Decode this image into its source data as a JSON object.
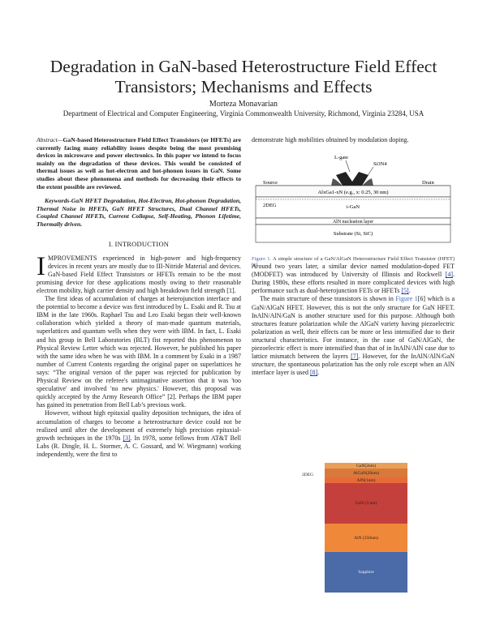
{
  "title": "Degradation in GaN-based Heterostructure Field Effect Transistors; Mechanisms and Effects",
  "author": "Morteza Monavarian",
  "affiliation": "Department of Electrical and Computer Engineering, Virginia Commonwealth University, Richmond, Virginia 23284, USA",
  "abstract": {
    "lead": "Abstract—",
    "text": "GaN-based Heterostructure Field Effect Transistors (or HFETs) are currently facing many reliability issues despite being the most promising devices in microwave and power electronics. In this paper we intend to focus mainly on the degradation of these devices. This would be consisted of thermal issues as well as hot-electron and hot-phonon issues in GaN. Some studies about these phenomena and methods for decreasing their effects to the extent possible are reviewed."
  },
  "keywords": "Keywords-GaN HFET Degradation, Hot-Electron, Hot-phonon Degradation, Thermal Noise in HFETs, GaN HFET Structures, Dual Channel HFETs, Coupled Channel HFETs, Current Collapse, Self-Heating, Phonon Lifetime, Thermally driven.",
  "section1": "I.   INTRODUCTION",
  "intro": {
    "dropcap": "I",
    "p1_text": "MPROVEMENTS experienced in high-power and high-frequency devices in recent years are mostly due to III-Nitride Material and devices. GaN-based Field Effect Transistors or HFETs remain to be the most promising device for these applications mostly owing to their reasonable electron mobility, high carrier density and high breakdown field strength [1].",
    "p2_text": "The first ideas of accumulation of charges at heterojunction interface and the potential to become a device was first introduced by L. Esaki and R. Tsu at IBM in the late 1960s. Raphael Tsu and Leo Esaki began their well-known collaboration which yielded a theory of man-made quantum materials, superlattices and quantum wells when they were with IBM. In fact, L. Esaki and his group in Bell Laboratories (BLT) fist reported this phenomenon to Physical Review Letter which was rejected. However, he published his paper with the same idea when he was with IBM. In a comment by Esaki in a 1987 number of Current Contents regarding the original paper on superlattices he says: “The original version of the paper was rejected for publication by Physical Review on the referee's unimaginative assertion that it was 'too speculative' and involved 'no new physics.' However, this proposal was quickly accepted by the Army Research Office” [2]. Perhaps the IBM paper has gained its penetration from Bell Lab’s previous work.",
    "p3_before": "However, without high epitaxial quality deposition techniques, the idea of accumulation of charges to become a heterostructure device could not be realized until after the development of extremely high precision epitaxial-growth techniques in the 1970s ",
    "p3_cite": "[3]",
    "p3_after": ". In 1978, some fellows from AT&T Bell Labs (R. Dingle, H. L. Stormer, A. C. Gossard, and W. Wiegmann) working independently, were the first to"
  },
  "right": {
    "cont": "demonstrate high mobilities obtained by modulation doping.",
    "fig1": {
      "gate": "L-gate",
      "sin": "Si3N4",
      "source": "Source",
      "drain": "Drain",
      "algan": "AlxGa1-xN (e.g., x: 0.25, 30 nm)",
      "deg": "2DEG",
      "ingan": "i-GaN",
      "aln": "AlN nucleation layer",
      "substrate": "Substrate (Si, SiC)",
      "caption_label": "Figure 1.",
      "caption_text": " A simple structure of a GaN/AlGaN Heterostructure Field Effect Transistor (HFET) [6]"
    },
    "p1_before": "Around two years later, a similar device named modulation-doped FET (MODFET) was introduced by University of Illinois and Rockwell ",
    "p1_cite1": "[4]",
    "p1_mid": ". During 1980s, these efforts resulted in more complicated devices with high performance such as dual-heterojunction FETs or HFETs ",
    "p1_cite2": "[5]",
    "p1_end": ".",
    "p2_before": "The main structure of these transistors is shown in ",
    "p2_fig": "Figure 1",
    "p2_mid": "[6] which is a GaN/AlGaN HFET. However, this is not the only structure for GaN HFET. InAlN/AlN/GaN is another structure used for this purpose. Although both structures feature polarization while the AlGaN variety having piezoelectric polarization as well, their effects can be more or less intensified due to their structural characteristics. For instance, in the case of GaN/AlGaN, the piezoelectric effect is more intensified than that of in InAlN/AlN case due to lattice mismatch between the layers ",
    "p2_cite1": "[7]",
    "p2_mid2": ". However, for the InAlN/AlN/GaN structure, the spontaneous polarization has the only role except when an AlN interface layer is used ",
    "p2_cite2": "[8]",
    "p2_end": ".",
    "fig2": {
      "deg": "2DEG",
      "l1": "GaN(2nm)",
      "l2": "AlGaN(20nm)",
      "l3": "AlN(1nm)",
      "l4": "GaN (3 um)",
      "l5": "AlN (350nm)",
      "l6": "Sapphire",
      "colors": [
        "#e8a058",
        "#d97a3a",
        "#e86a3a",
        "#c4403c",
        "#f0883a",
        "#4a6aa8"
      ]
    }
  }
}
